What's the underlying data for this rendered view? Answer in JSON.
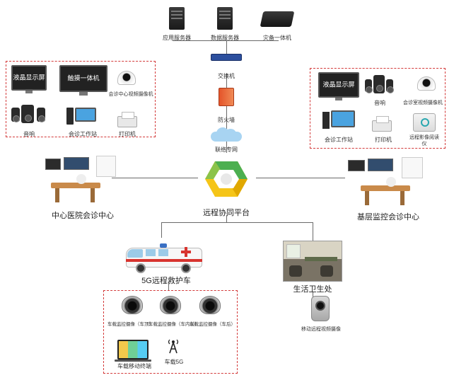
{
  "servers": {
    "app_server": "应用服务器",
    "data_server": "数据服务器",
    "backup": "灾备一体机"
  },
  "network": {
    "switch": "交换机",
    "firewall": "防火墙",
    "dedicated_net": "联络专网"
  },
  "platform": "远程协同平台",
  "left_box": {
    "display_screen": "液晶显示屏",
    "touch_all_in_one": "触摸一体机",
    "hd_camera": "会诊中心视频摄像机",
    "speaker": "音响",
    "workstation": "会诊工作站",
    "printer": "打印机"
  },
  "right_box": {
    "display_screen": "液晶显示屏",
    "speaker": "音响",
    "hd_camera": "会诊室视频摄像机",
    "workstation": "会诊工作站",
    "printer": "打印机",
    "reader": "远程影像阅读仪"
  },
  "left_center": "中心医院会诊中心",
  "right_center": "基层监控会诊中心",
  "ambulance": {
    "label": "5G远程救护车",
    "cameras": [
      "车载监控摄像（车顶）",
      "车载监控摄像（车内前）",
      "车载监控摄像（车后）"
    ],
    "laptop": "车载移动终端",
    "antenna": "车载5G"
  },
  "health_station": {
    "label": "生活卫生处",
    "camera": "移动远程视频摄像"
  }
}
